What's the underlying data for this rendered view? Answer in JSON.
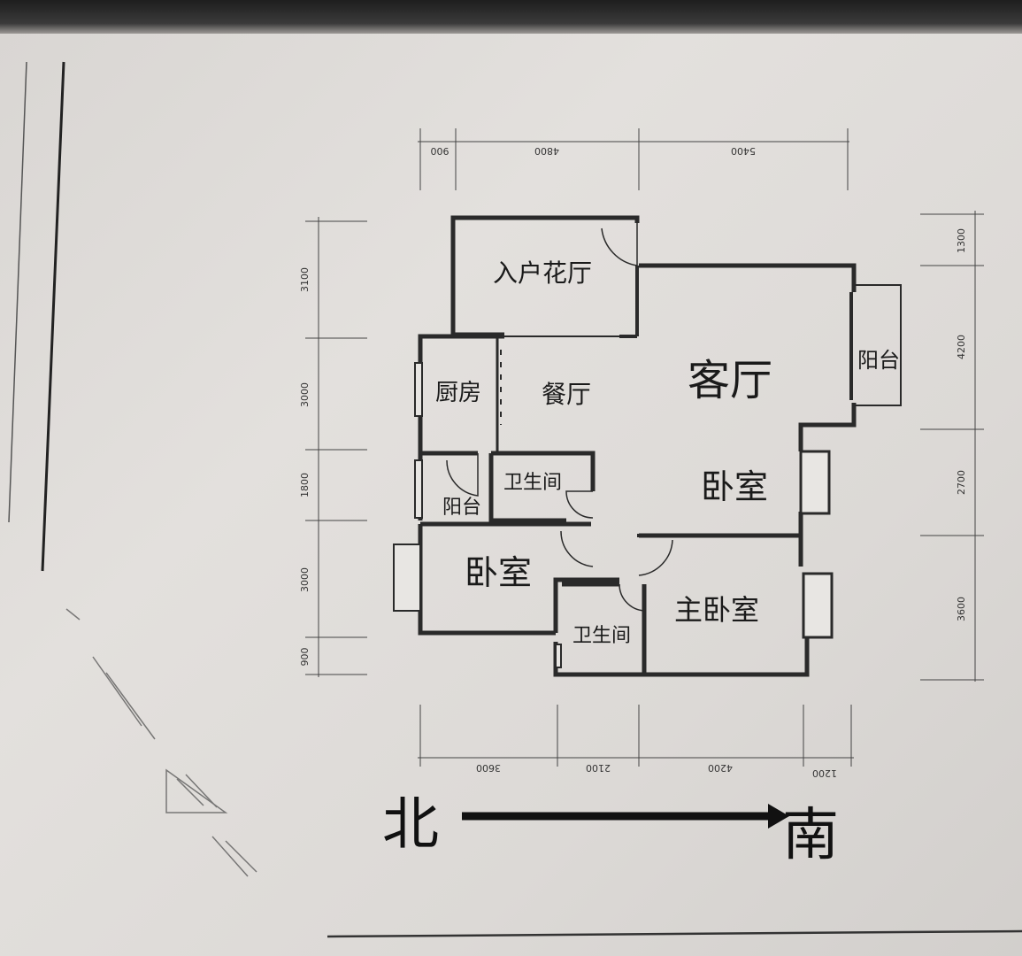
{
  "rooms": {
    "entry_garden": "入户花厅",
    "living": "客厅",
    "balcony_east": "阳台",
    "kitchen": "厨房",
    "dining": "餐厅",
    "bathroom_1": "卫生间",
    "balcony_west": "阳台",
    "bedroom_1": "卧室",
    "bedroom_2": "卧室",
    "master_bedroom": "主卧室",
    "bathroom_2": "卫生间"
  },
  "dimensions": {
    "top": [
      "900",
      "4800",
      "5400"
    ],
    "left": [
      "3100",
      "3000",
      "1800",
      "3000",
      "900"
    ],
    "right": [
      "1300",
      "4200",
      "2700",
      "3600"
    ],
    "bottom": [
      "3600",
      "2100",
      "4200",
      "1200"
    ]
  },
  "orientation": {
    "north": "北",
    "south": "南"
  },
  "colors": {
    "wall": "#2a2a2a",
    "paper": "#dedbd8"
  }
}
